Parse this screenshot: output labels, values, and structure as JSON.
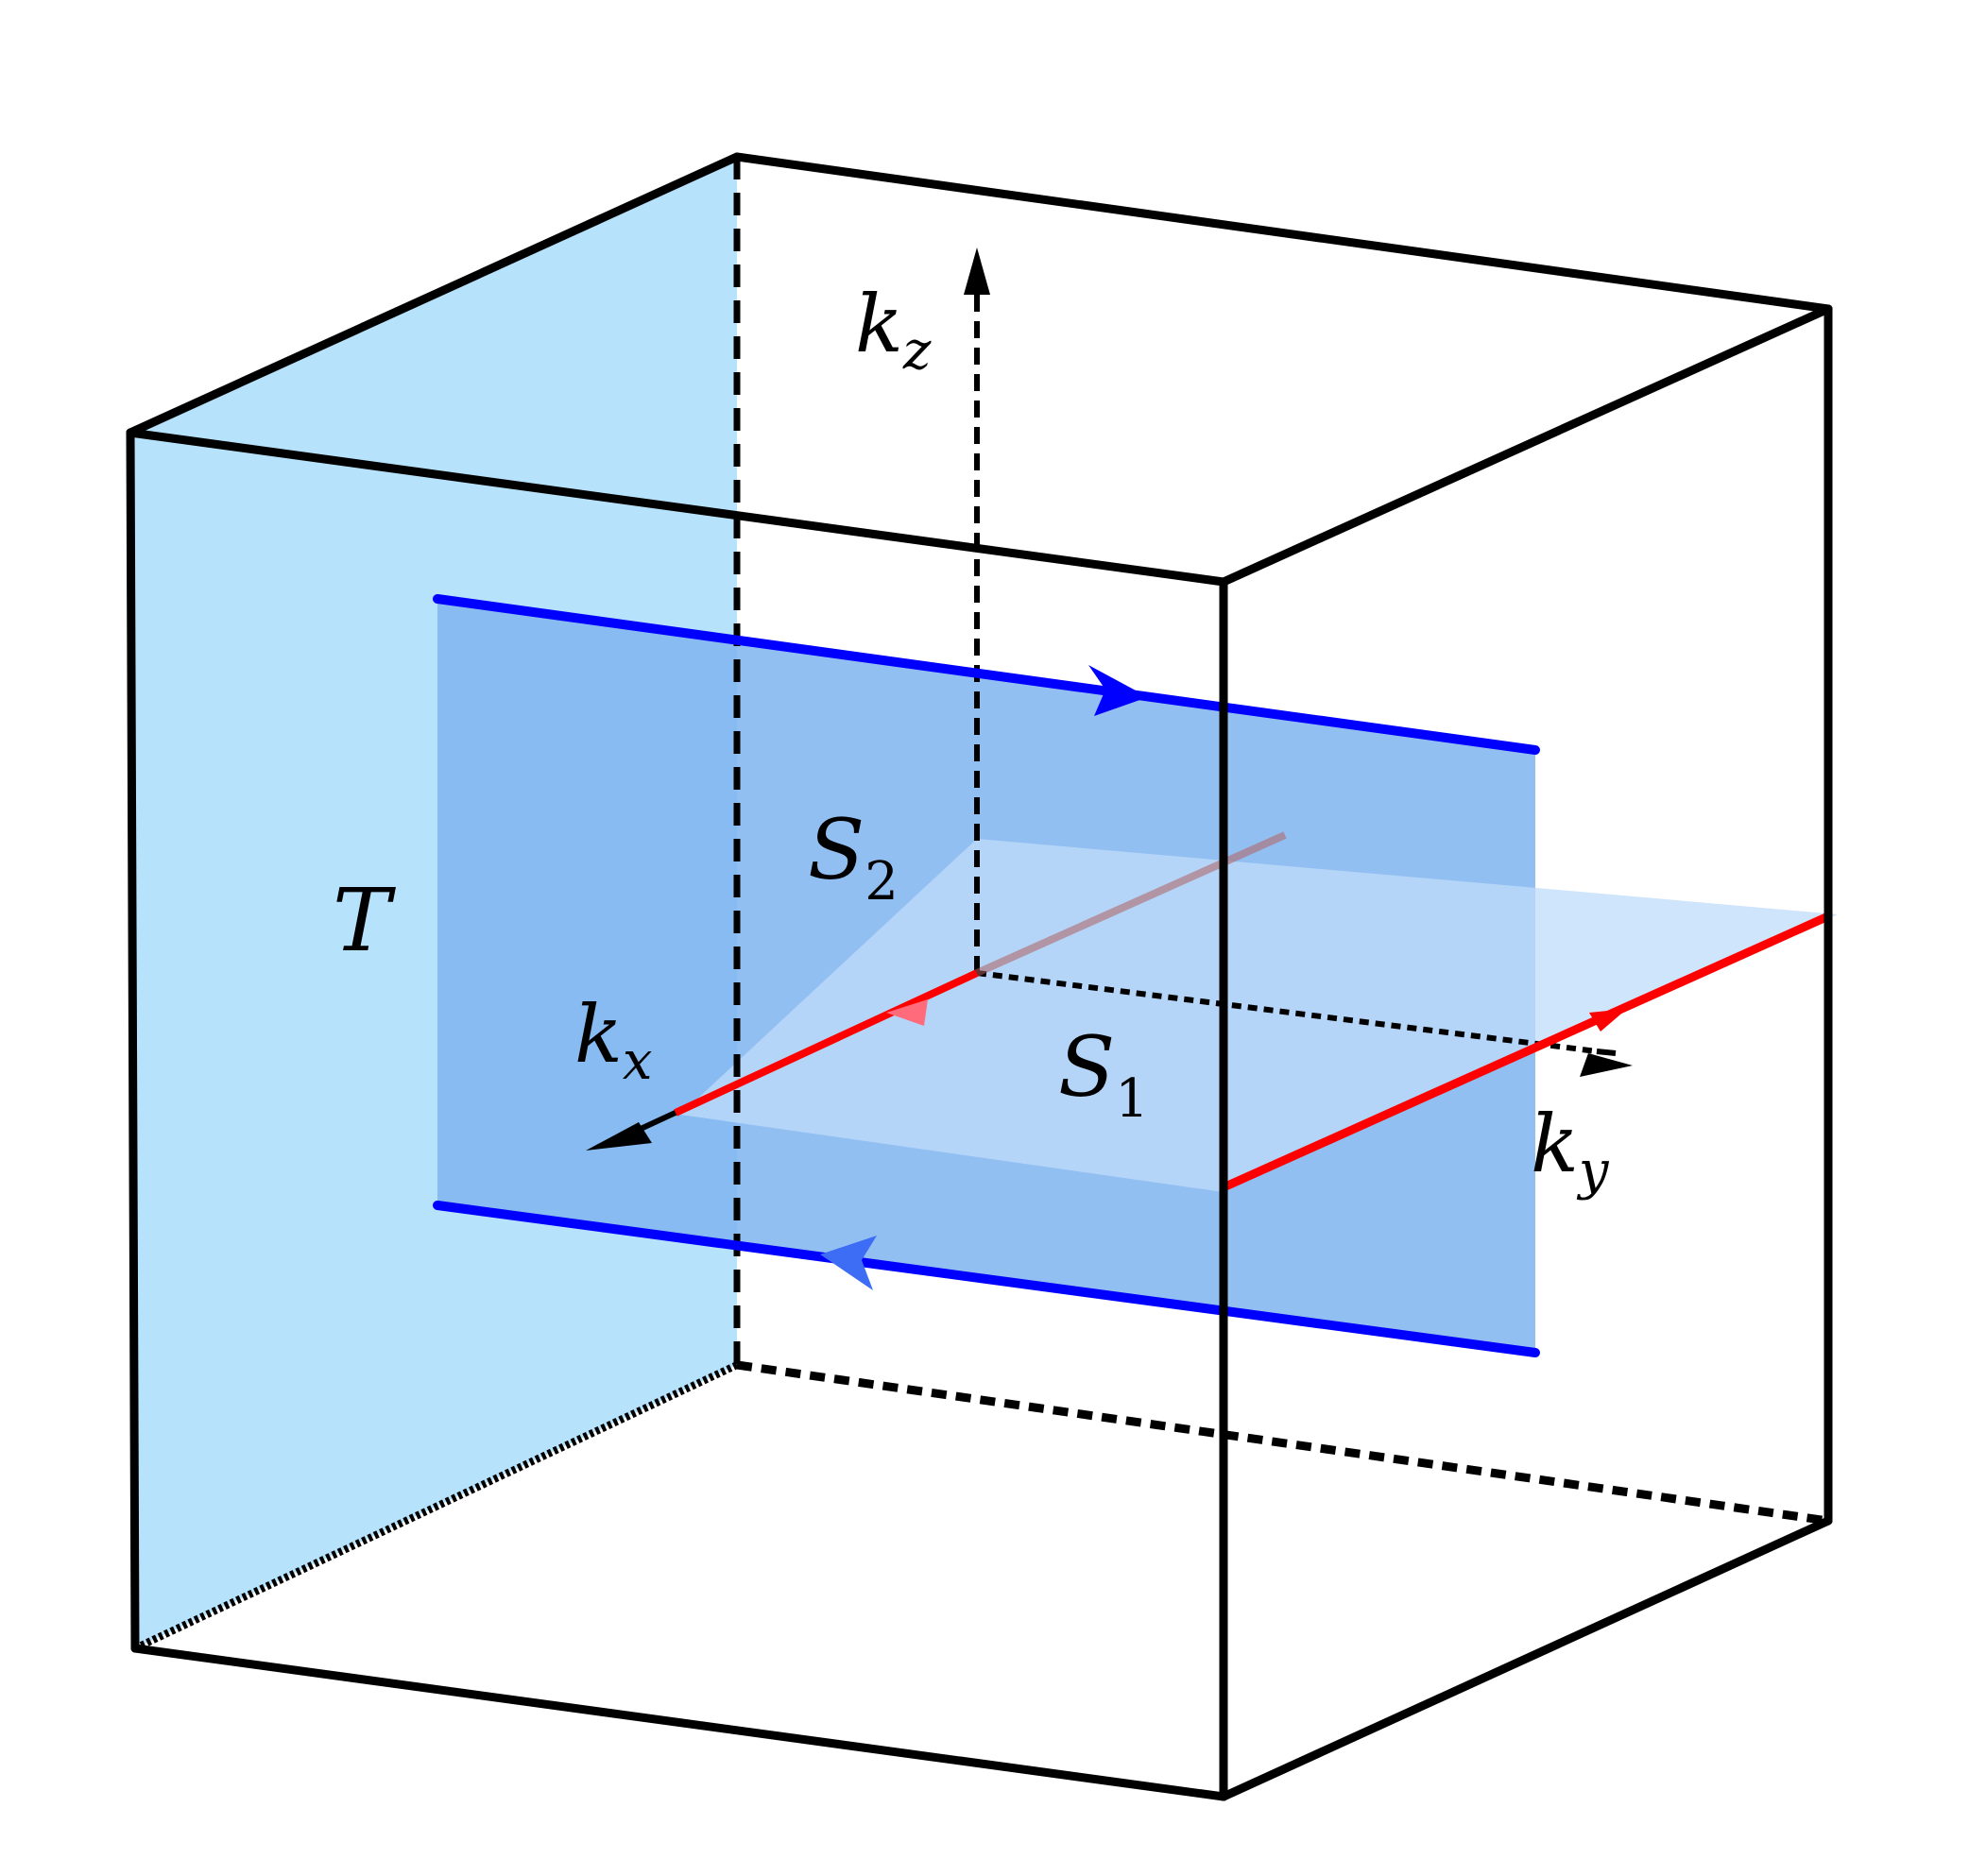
{
  "labels": {
    "k_z": {
      "base": "k",
      "sub": "z"
    },
    "k_x": {
      "base": "k",
      "sub": "x"
    },
    "k_y": {
      "base": "k",
      "sub": "y"
    },
    "S_2": {
      "base": "S",
      "sub": "2"
    },
    "S_1": {
      "base": "S",
      "sub": "1"
    },
    "T": "T"
  },
  "colors": {
    "edges": "#000000",
    "face_T": "#b6e2fb",
    "plane_S2": "#7fb4f0",
    "plane_S1": "#b6d7fa",
    "blue_lines": "#0000ff",
    "red_lines": "#ff0000"
  }
}
